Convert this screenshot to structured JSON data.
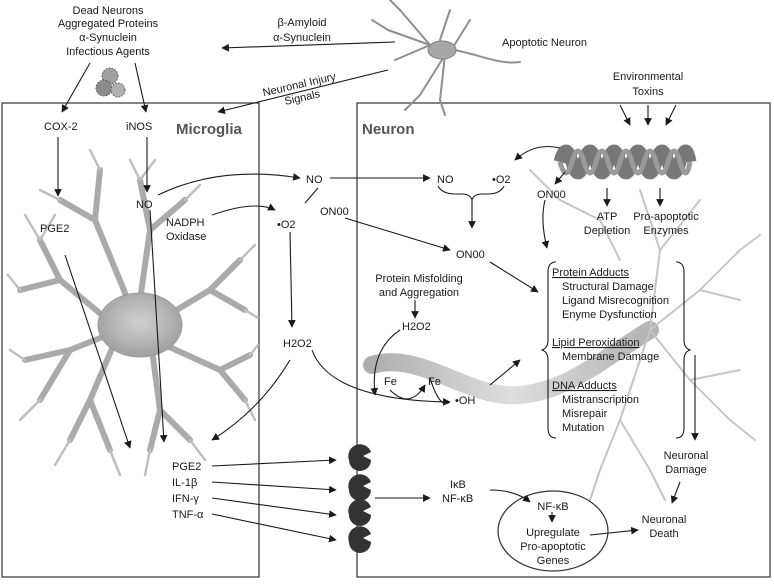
{
  "top_left_sources": [
    "Dead Neurons",
    "Aggregated Proteins",
    "α-Synuclein",
    "Infectious Agents"
  ],
  "amyloid": [
    "β-Amyloid",
    "α-Synuclein"
  ],
  "apoptotic_neuron": "Apoptotic Neuron",
  "injury_signals": [
    "Neuronal Injury",
    "Signals"
  ],
  "env_toxins": [
    "Environmental",
    "Toxins"
  ],
  "microglia": {
    "title": "Microglia",
    "cox2": "COX-2",
    "inos": "iNOS",
    "no": "NO",
    "pge2": "PGE2",
    "nadph": [
      "NADPH",
      "Oxidase"
    ]
  },
  "middle": {
    "no": "NO",
    "o2": "•O2",
    "onoo1": "ON00",
    "h2o2": "H2O2",
    "onoo2": "ON00"
  },
  "neuron": {
    "title": "Neuron",
    "no": "NO",
    "o2": "•O2",
    "onoo": "ON00",
    "atp": [
      "ATP",
      "Depletion"
    ],
    "proapop": [
      "Pro-apoptotic",
      "Enzymes"
    ],
    "misfold": [
      "Protein Misfolding",
      "and Aggregation"
    ],
    "h2o2": "H2O2",
    "fe2": "Fe",
    "fe3": "Fe",
    "oh": "•OH",
    "protein_adducts": {
      "title": "Protein Adducts",
      "items": [
        "Structural Damage",
        "Ligand Misrecognition",
        "Enyme Dysfunction"
      ]
    },
    "lipid": {
      "title": "Lipid Peroxidation",
      "items": [
        "Membrane Damage"
      ]
    },
    "dna": {
      "title": "DNA Adducts",
      "items": [
        "Mistranscription",
        "Misrepair",
        "Mutation"
      ]
    },
    "damage": [
      "Neuronal",
      "Damage"
    ],
    "death": [
      "Neuronal",
      "Death"
    ],
    "ikb": "IκB",
    "nfkb": "NF-κB",
    "nfkb_inner": "NF-κB",
    "upregulate": [
      "Upregulate",
      "Pro-apoptotic",
      "Genes"
    ]
  },
  "cytokines": [
    "PGE2",
    "IL-1β",
    "IFN-γ",
    "TNF-α"
  ]
}
